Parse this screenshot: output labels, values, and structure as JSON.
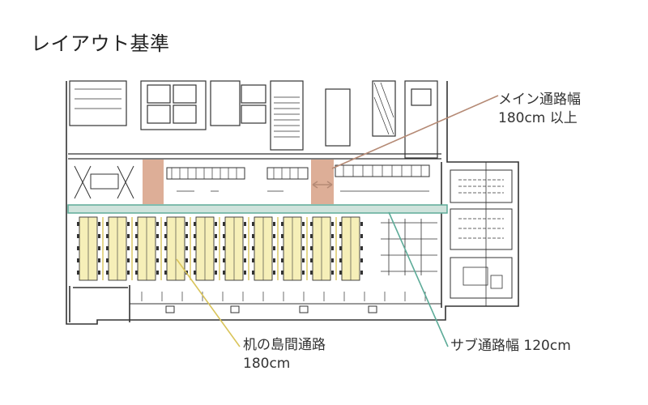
{
  "title": "レイアウト基準",
  "labels": {
    "main_corridor_line1": "メイン通路幅",
    "main_corridor_line2": "180cm 以上",
    "desk_aisle_line1": "机の島間通路",
    "desk_aisle_line2": "180cm",
    "sub_corridor": "サブ通路幅 120cm"
  },
  "colors": {
    "main_corridor": "#b58a75",
    "main_corridor_fill": "#d9a58c",
    "sub_corridor": "#5dab98",
    "sub_corridor_fill": "#cfe3dc",
    "desk_aisle": "#d9c45a",
    "desk_fill": "#f6efb8",
    "wall": "#333333"
  }
}
